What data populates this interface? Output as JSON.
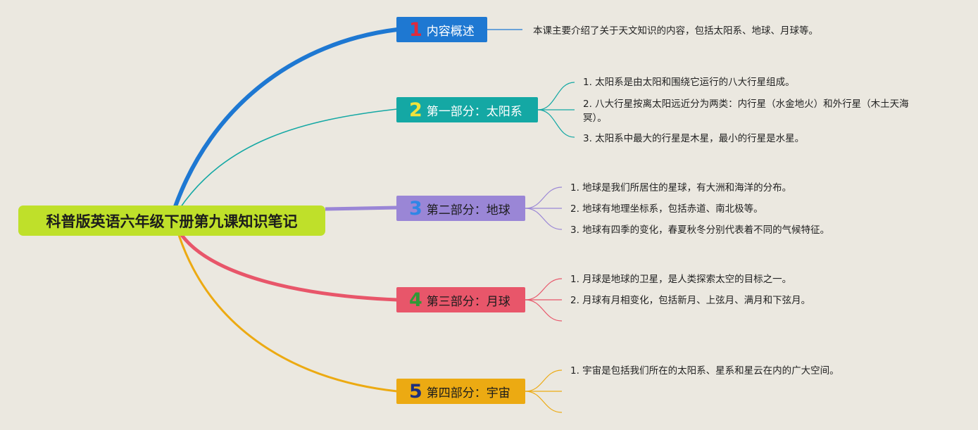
{
  "root": {
    "title": "科普版英语六年级下册第九课知识笔记",
    "color": "#bfe02a"
  },
  "branches": [
    {
      "number": "1",
      "label": "内容概述",
      "bg": "#1e78d2",
      "line": "#1e78d2",
      "num_color": "#e02a3c",
      "text_color": "#ffffff",
      "items": [
        "本课主要介绍了关于天文知识的内容，包括太阳系、地球、月球等。"
      ]
    },
    {
      "number": "2",
      "label": "第一部分：太阳系",
      "bg": "#14a8a4",
      "line": "#14a8a4",
      "num_color": "#f0e23a",
      "text_color": "#ffffff",
      "items": [
        "1. 太阳系是由太阳和围绕它运行的八大行星组成。",
        "2. 八大行星按离太阳远近分为两类：内行星（水金地火）和外行星（木土天海冥）。",
        "3. 太阳系中最大的行星是木星，最小的行星是水星。"
      ]
    },
    {
      "number": "3",
      "label": "第二部分：地球",
      "bg": "#9a86d6",
      "line": "#9a86d6",
      "num_color": "#2f86e6",
      "text_color": "#1c1c1c",
      "items": [
        "1. 地球是我们所居住的星球，有大洲和海洋的分布。",
        "2. 地球有地理坐标系，包括赤道、南北极等。",
        "3. 地球有四季的变化，春夏秋冬分别代表着不同的气候特征。"
      ]
    },
    {
      "number": "4",
      "label": "第三部分：月球",
      "bg": "#e8566a",
      "line": "#e8566a",
      "num_color": "#2e9a36",
      "text_color": "#1c1c1c",
      "items": [
        "1. 月球是地球的卫星，是人类探索太空的目标之一。",
        "2. 月球有月相变化，包括新月、上弦月、满月和下弦月。"
      ]
    },
    {
      "number": "5",
      "label": "第四部分：宇宙",
      "bg": "#ecaa12",
      "line": "#ecaa12",
      "num_color": "#1e2f7e",
      "text_color": "#1c1c1c",
      "items": [
        "1. 宇宙是包括我们所在的太阳系、星系和星云在内的广大空间。"
      ]
    }
  ]
}
